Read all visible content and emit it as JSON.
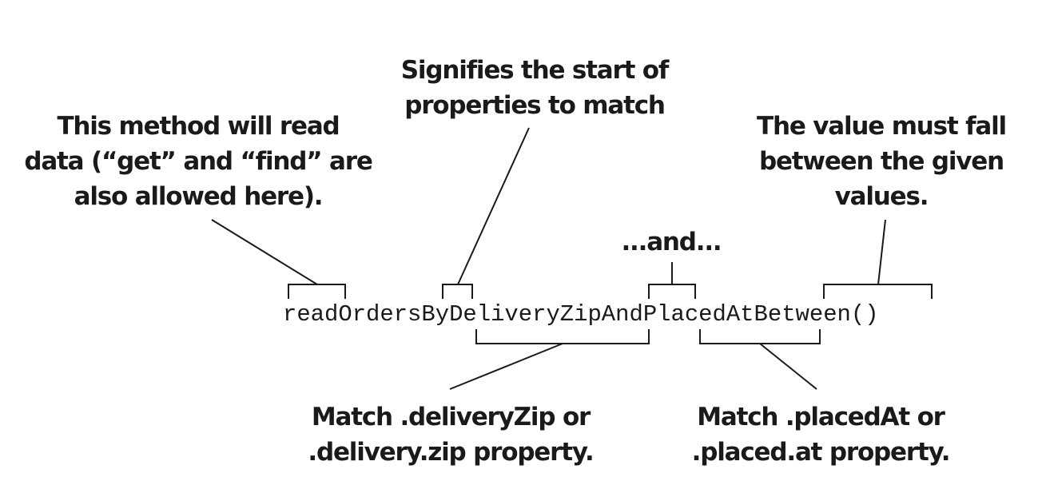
{
  "method": {
    "parts": [
      {
        "id": "read",
        "text": "read"
      },
      {
        "id": "orders",
        "text": "Orders"
      },
      {
        "id": "by",
        "text": "By"
      },
      {
        "id": "delivery-zip",
        "text": "DeliveryZip"
      },
      {
        "id": "and",
        "text": "And"
      },
      {
        "id": "placed-at",
        "text": "PlacedAt"
      },
      {
        "id": "between",
        "text": "Between"
      },
      {
        "id": "parens",
        "text": "()"
      }
    ]
  },
  "callouts": {
    "read": {
      "lines": [
        "This method will read",
        "data (“get” and “find” are",
        "also allowed here)."
      ]
    },
    "by": {
      "lines": [
        "Signifies the start of",
        "properties to match"
      ]
    },
    "and": {
      "lines": [
        "...and..."
      ]
    },
    "between": {
      "lines": [
        "The value must fall",
        "between the given",
        "values."
      ]
    },
    "delivery_zip": {
      "lines": [
        "Match .deliveryZip or",
        ".delivery.zip property."
      ]
    },
    "placed_at": {
      "lines": [
        "Match .placedAt or",
        ".placed.at property."
      ]
    }
  }
}
